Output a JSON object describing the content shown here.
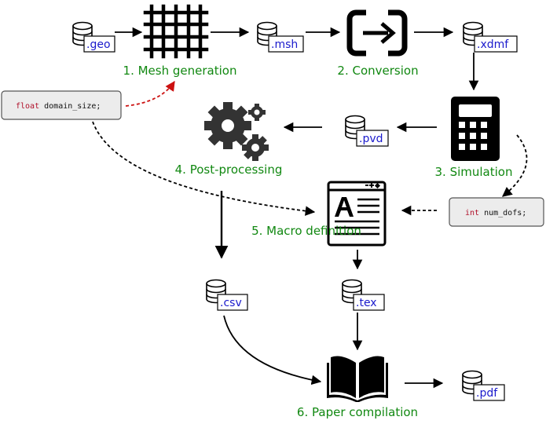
{
  "files": {
    "geo": ".geo",
    "msh": ".msh",
    "xdmf": ".xdmf",
    "pvd": ".pvd",
    "csv": ".csv",
    "tex": ".tex",
    "pdf": ".pdf"
  },
  "steps": {
    "mesh": "1. Mesh generation",
    "conversion": "2. Conversion",
    "simulation": "3. Simulation",
    "postprocessing": "4. Post-processing",
    "macro": "5. Macro definition",
    "paper": "6. Paper compilation"
  },
  "code": {
    "domain": {
      "keyword": "float",
      "rest": " domain_size;"
    },
    "dofs": {
      "keyword": "int",
      "rest": " num_dofs;"
    }
  },
  "colors": {
    "step_label": "#118811",
    "file_ext": "#1a1acc",
    "code_keyword": "#b0102a",
    "red_arrow": "#cc1111"
  },
  "icons": {
    "database": "database-icon",
    "mesh": "grid-mesh-icon",
    "conversion": "conversion-icon",
    "simulation": "calculator-icon",
    "postprocessing": "gears-icon",
    "macro": "text-document-icon",
    "paper": "open-book-icon"
  }
}
